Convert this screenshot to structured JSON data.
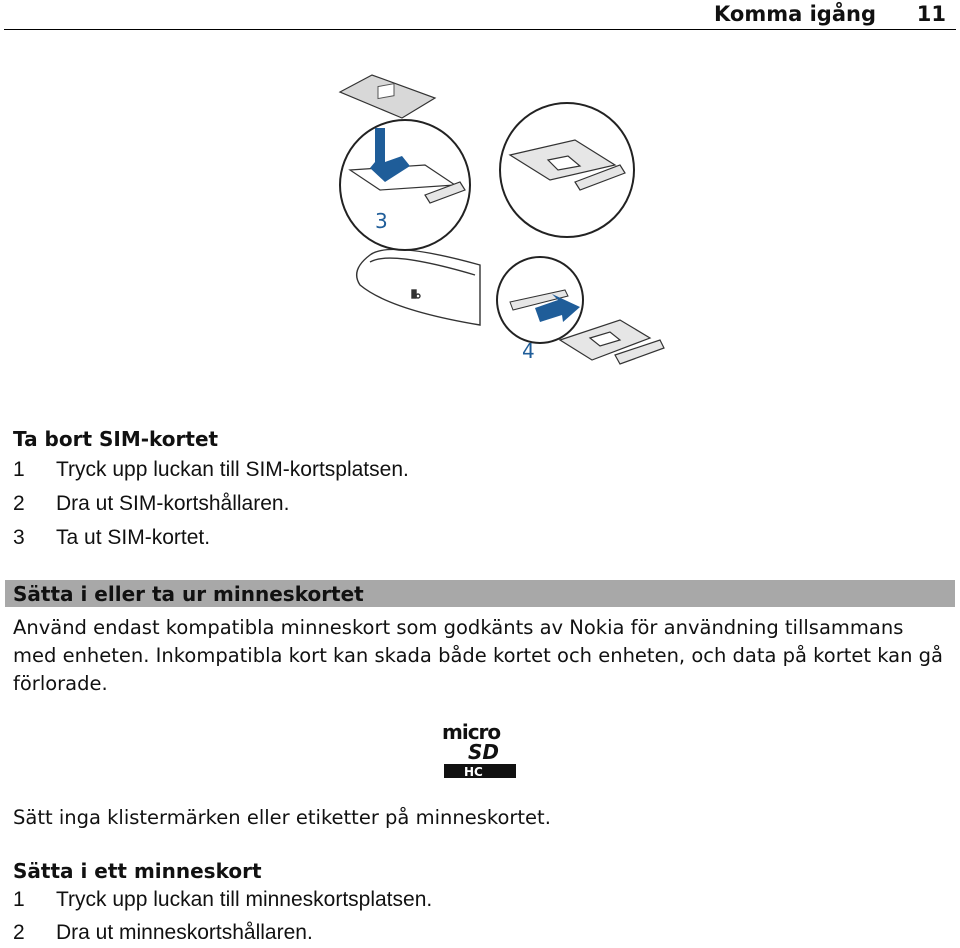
{
  "header": {
    "title": "Komma igång",
    "page_number": "11"
  },
  "illustration": {
    "callouts": [
      "3",
      "4"
    ],
    "accent_color": "#1f5d99"
  },
  "remove_sim": {
    "heading": "Ta bort SIM-kortet",
    "steps": [
      {
        "num": "1",
        "text": "Tryck upp luckan till SIM-kortsplatsen."
      },
      {
        "num": "2",
        "text": "Dra ut SIM-kortshållaren."
      },
      {
        "num": "3",
        "text": "Ta ut SIM-kortet."
      }
    ]
  },
  "memory_card": {
    "section_title": "Sätta i eller ta ur minneskortet",
    "paragraph": "Använd endast kompatibla minneskort som godkänts av Nokia för användning tillsammans med enheten. Inkompatibla kort kan skada både kortet och enheten, och data på kortet kan gå förlorade.",
    "logo_text": "micro SD HC",
    "note": "Sätt inga klistermärken eller etiketter på minneskortet."
  },
  "insert_card": {
    "heading": "Sätta i ett minneskort",
    "steps": [
      {
        "num": "1",
        "text": "Tryck upp luckan till minneskortsplatsen."
      },
      {
        "num": "2",
        "text": "Dra ut minneskortshållaren."
      }
    ]
  }
}
